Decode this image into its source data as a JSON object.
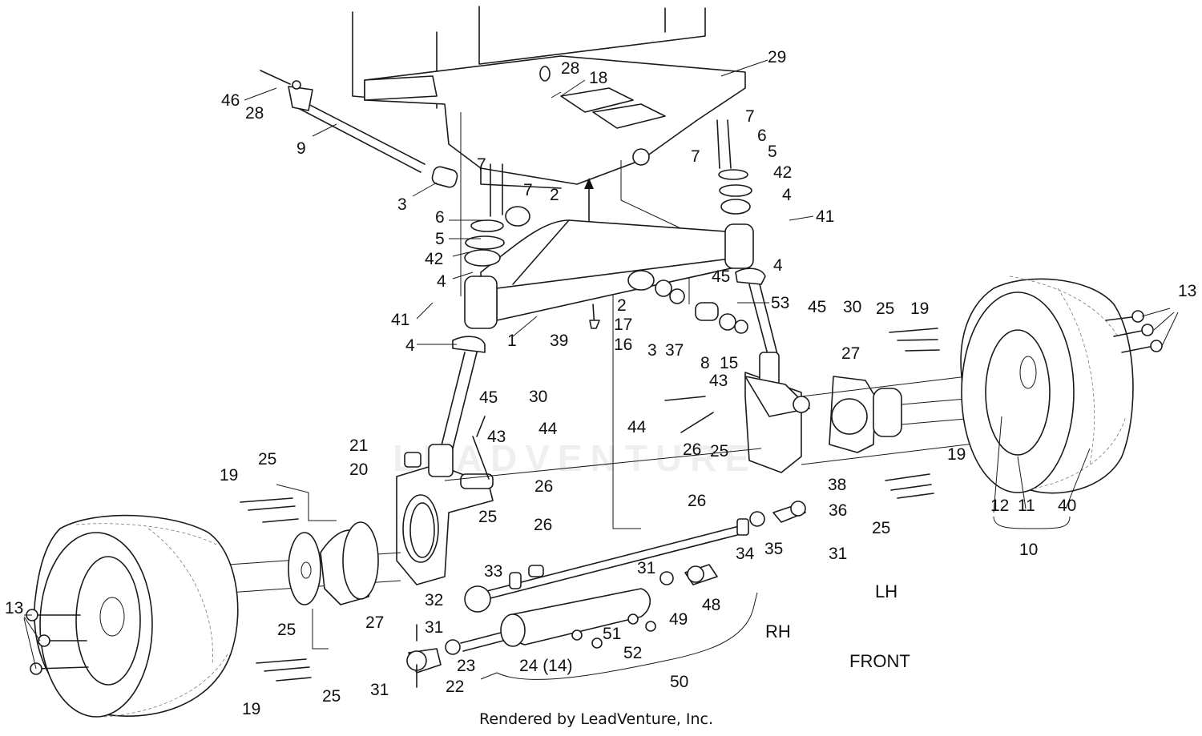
{
  "diagram": {
    "credit": "Rendered by LeadVenture, Inc.",
    "watermark": "LEADVENTURE",
    "side_labels": {
      "lh": "LH",
      "rh": "RH",
      "front": "FRONT"
    },
    "callouts": [
      "46",
      "28",
      "9",
      "3",
      "28",
      "18",
      "29",
      "7",
      "7",
      "2",
      "6",
      "5",
      "42",
      "4",
      "41",
      "4",
      "1",
      "39",
      "2",
      "17",
      "16",
      "3",
      "37",
      "8",
      "15",
      "45",
      "53",
      "7",
      "7",
      "6",
      "5",
      "42",
      "4",
      "41",
      "4",
      "45",
      "30",
      "27",
      "25",
      "19",
      "13",
      "43",
      "44",
      "26",
      "25",
      "26",
      "38",
      "21",
      "45",
      "30",
      "43",
      "44",
      "20",
      "19",
      "25",
      "26",
      "25",
      "26",
      "12",
      "11",
      "40",
      "10",
      "19",
      "25",
      "36",
      "35",
      "31",
      "34",
      "33",
      "31",
      "48",
      "32",
      "31",
      "49",
      "51",
      "52",
      "50",
      "24 (14)",
      "23",
      "22",
      "31",
      "13",
      "25",
      "27",
      "25",
      "19"
    ]
  }
}
